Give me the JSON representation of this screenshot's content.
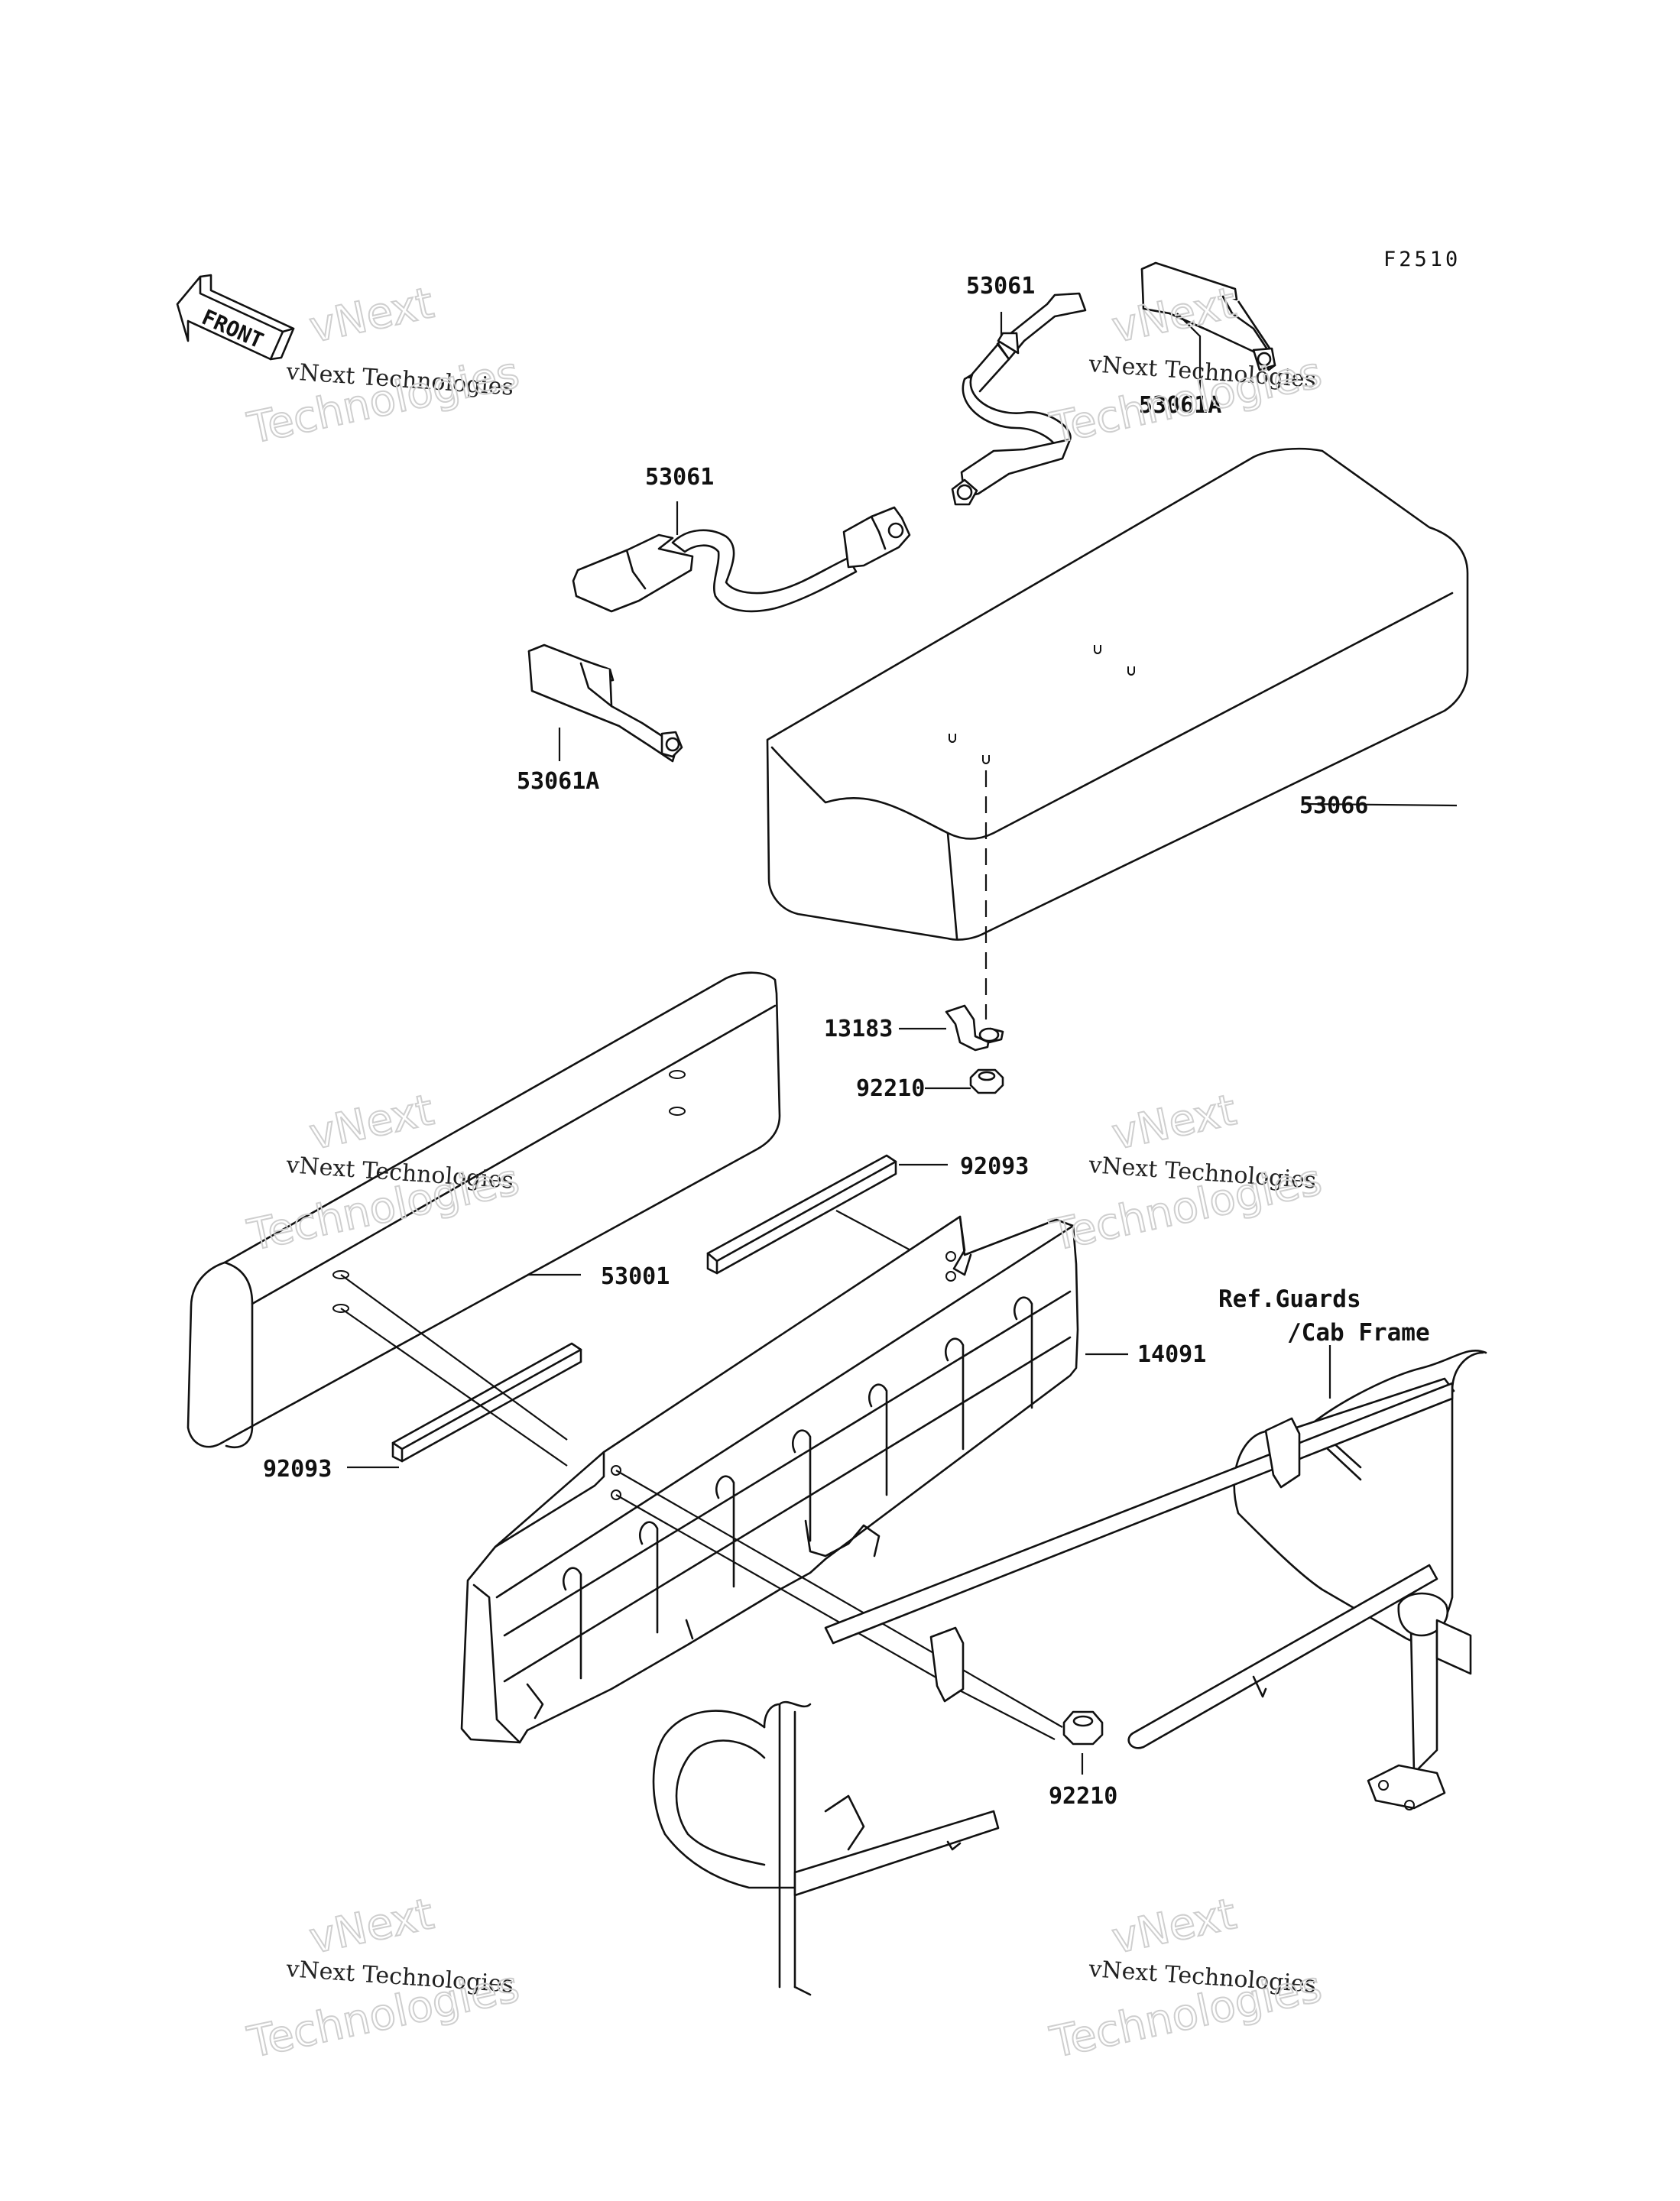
{
  "diagram_code": "F2510",
  "front_arrow_label": "FRONT",
  "watermark": {
    "line1": "vNext",
    "line2": "vNext Technologies",
    "line3": "Technologies"
  },
  "parts": [
    {
      "id": "strap-upper-right",
      "label": "53061"
    },
    {
      "id": "bracket-upper-right",
      "label": "53061A"
    },
    {
      "id": "strap-left",
      "label": "53061"
    },
    {
      "id": "bracket-left",
      "label": "53061A"
    },
    {
      "id": "seat-cushion",
      "label": "53066"
    },
    {
      "id": "clamp",
      "label": "13183"
    },
    {
      "id": "nut-top",
      "label": "92210"
    },
    {
      "id": "trim-top",
      "label": "92093"
    },
    {
      "id": "backrest",
      "label": "53001"
    },
    {
      "id": "panel",
      "label": "14091"
    },
    {
      "id": "trim-bottom",
      "label": "92093"
    },
    {
      "id": "nut-bottom",
      "label": "92210"
    }
  ],
  "reference": {
    "line1": "Ref.Guards",
    "line2": "/Cab Frame"
  }
}
